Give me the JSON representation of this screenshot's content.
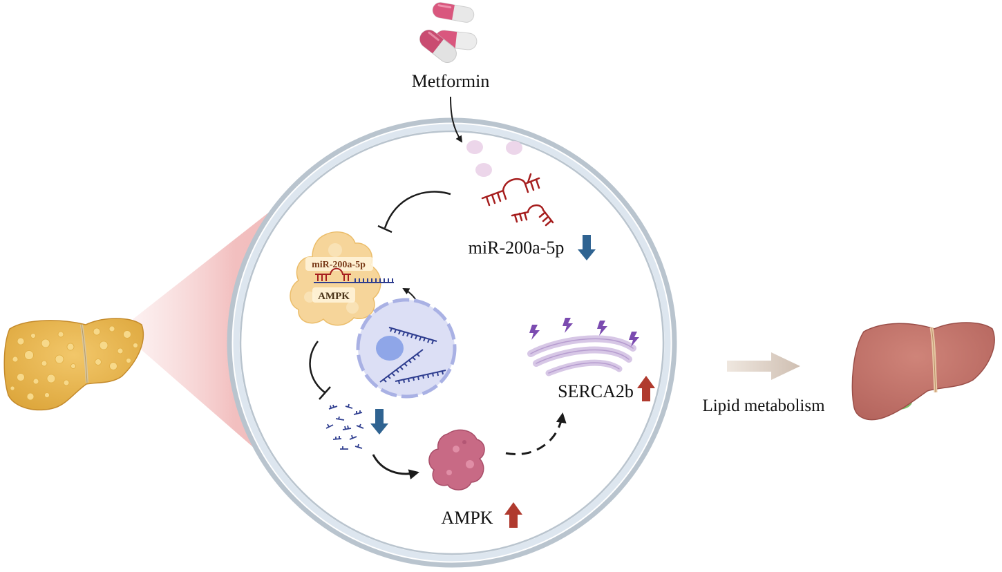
{
  "labels": {
    "drug": "Metformin",
    "mirna": "miR-200a-5p",
    "complex_mirna": "miR-200a-5p",
    "complex_target": "AMPK",
    "ampk": "AMPK",
    "serca": "SERCA2b",
    "outcome": "Lipid metabolism"
  },
  "regulation": {
    "mirna": "down",
    "ampk_mrna": "down",
    "ampk": "up",
    "serca": "up"
  },
  "colors": {
    "cell_membrane": "#b7c3cf",
    "cell_fill": "#ffffff",
    "arrow_up": "#b03a2e",
    "arrow_down": "#2f6391",
    "mirna_strand": "#a61e1e",
    "mrna_strand": "#2e3d8f",
    "fatty_liver": "#e8b44a",
    "healthy_liver": "#c4756d",
    "ampk_protein": "#c86a85",
    "nucleus": "#dcdff5",
    "er_membrane": "#d7c7e6",
    "zoom_cone": "#f3c7c7",
    "pill_pink": "#d9577e",
    "outcome_arrow": "#d8cbc0"
  },
  "icons": [
    "capsule-icon",
    "fatty-liver-icon",
    "healthy-liver-icon",
    "rna-hairpin-icon",
    "protein-blob-icon",
    "nucleus-icon",
    "endoplasmic-reticulum-icon",
    "lightning-icon"
  ]
}
